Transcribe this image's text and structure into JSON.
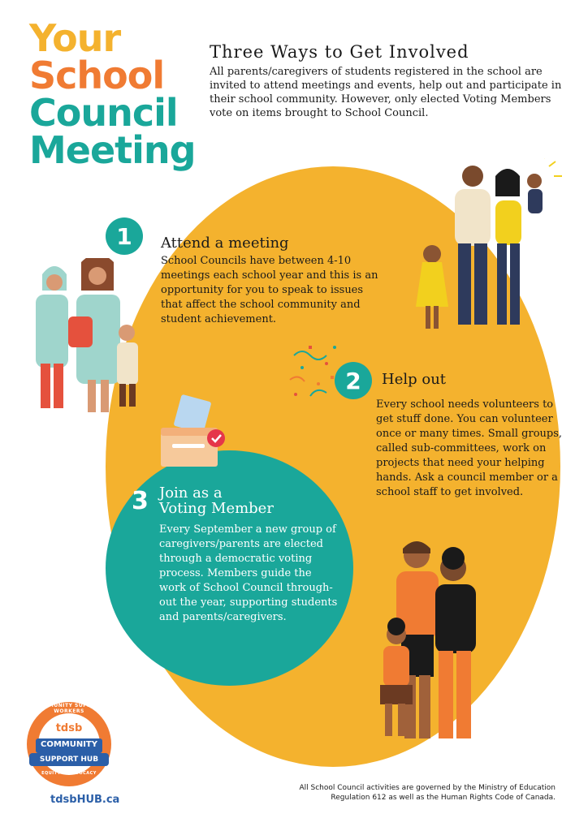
{
  "title": {
    "line1": "Your",
    "line2": "School",
    "line3": "Council",
    "line4": "Meeting"
  },
  "colors": {
    "yellow": "#f4b22e",
    "orange": "#f07b33",
    "teal": "#1aa79a",
    "white": "#ffffff"
  },
  "header": {
    "heading": "Three Ways to Get Involved",
    "text": "All parents/caregivers of students registered in the school are invited to attend meetings and events, help out and participate in their school community. However, only elected Voting Members vote on items brought to School Council."
  },
  "sections": [
    {
      "number": "1",
      "heading": "Attend a meeting",
      "text": "School Councils have between 4-10 meetings each school year and this is an opportunity for you to speak to issues that affect the school community and student achievement."
    },
    {
      "number": "2",
      "heading": "Help out",
      "text": "Every school needs volunteers to get stuff done. You can volunteer once or many times. Small groups, called sub-committees, work on projects that need your helping hands. Ask a council member or a school staff to get involved."
    },
    {
      "number": "3",
      "heading_line1": "Join as a",
      "heading_line2": "Voting Member",
      "text": "Every September a new group of caregivers/parents are elected through a democratic voting process. Members guide the work of School Council through-out the year, supporting students and parents/caregivers."
    }
  ],
  "logo": {
    "ring_top": "COMMUNITY SUPPORT WORKERS",
    "ring_bottom": "EQUITY & ADVOCACY",
    "brand": "tdsb",
    "line1": "COMMUNITY",
    "line2": "SUPPORT HUB",
    "link": "tdsbHUB.ca"
  },
  "footer": {
    "line1": "All School Council activities are governed by the Ministry of Education",
    "line2": "Regulation 612 as well as the Human Rights Code of Canada."
  }
}
